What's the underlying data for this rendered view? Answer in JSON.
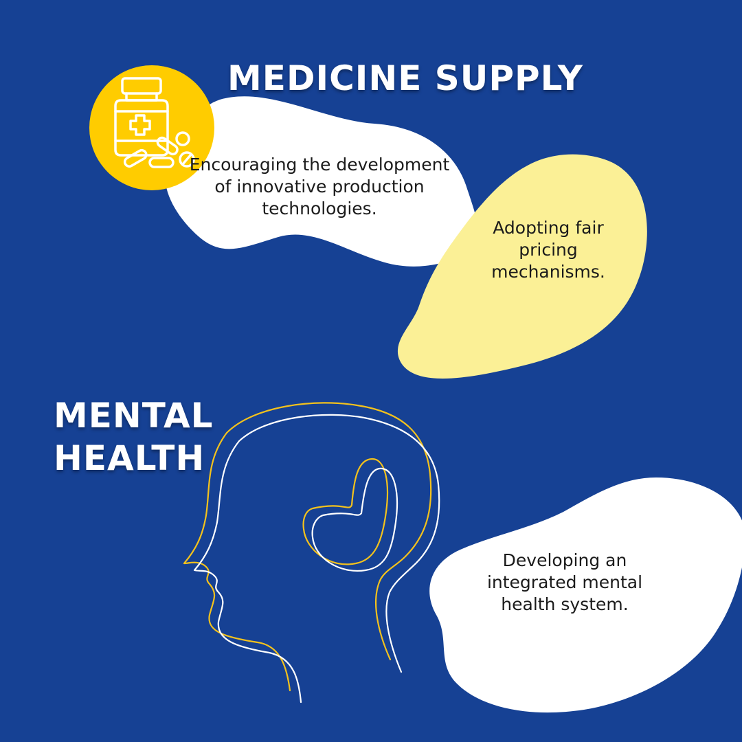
{
  "colors": {
    "background": "#164194",
    "accent_yellow": "#FFCC00",
    "light_yellow": "#FBF096",
    "white": "#FFFFFF",
    "text_dark": "#1B1B1B"
  },
  "medicine": {
    "title": "MEDICINE SUPPLY",
    "icon": "medicine-bottle-pills-icon",
    "points": [
      "Encouraging the development of innovative production technologies.",
      "Adopting fair pricing mechanisms."
    ]
  },
  "mental": {
    "title_lines": [
      "MENTAL",
      "HEALTH"
    ],
    "illustration": "head-heart-line-illustration",
    "points": [
      "Developing an integrated mental health system."
    ]
  }
}
